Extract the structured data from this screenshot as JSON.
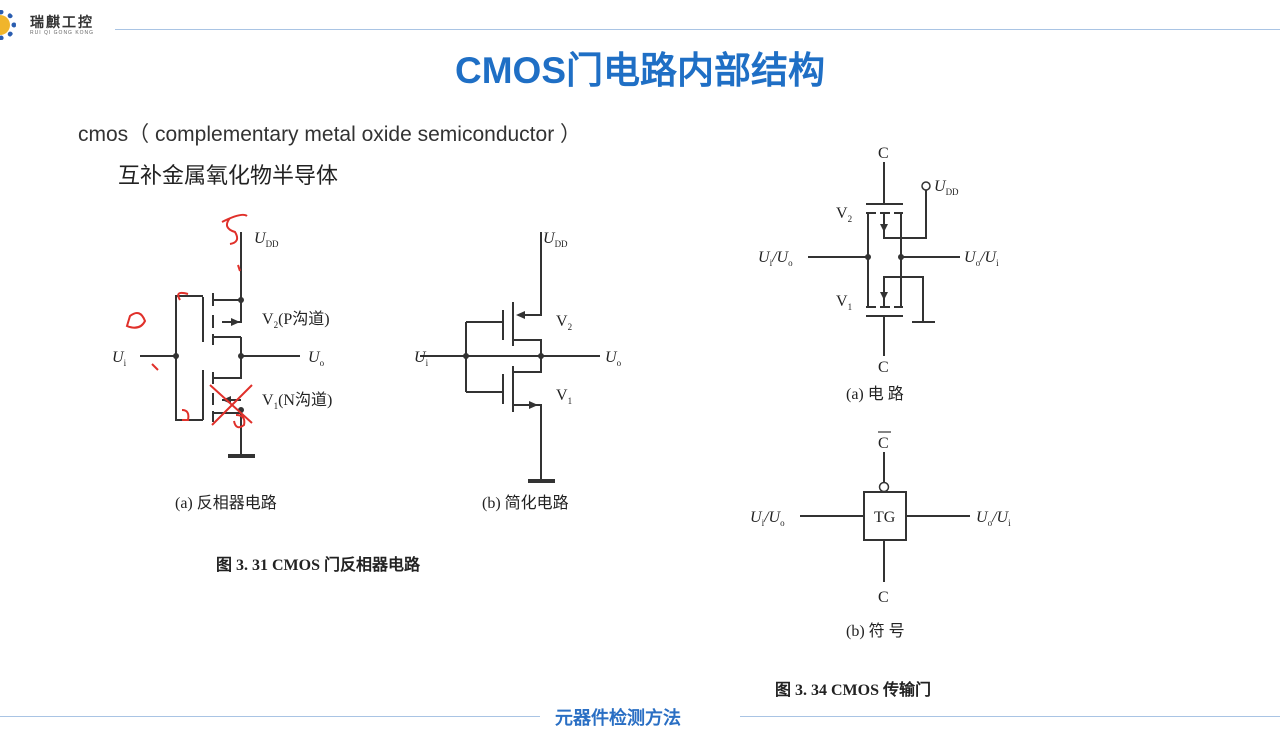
{
  "header": {
    "logo_text": "瑞麒工控",
    "logo_sub": "RUI QI GONG KONG",
    "title": "CMOS门电路内部结构"
  },
  "intro": {
    "line1": "cmos（ complementary metal oxide semiconductor ）",
    "line2": "互补金属氧化物半导体"
  },
  "fig331": {
    "udd": {
      "main": "U",
      "sub": "DD"
    },
    "ui": {
      "main": "U",
      "sub": "i"
    },
    "uo": {
      "main": "U",
      "sub": "o"
    },
    "v2": {
      "main": "V",
      "sub": "2",
      "rest": "(P沟道)"
    },
    "v1": {
      "main": "V",
      "sub": "1",
      "rest": "(N沟道)"
    },
    "v2b": {
      "main": "V",
      "sub": "2"
    },
    "v1b": {
      "main": "V",
      "sub": "1"
    },
    "caption_a": "(a)  反相器电路",
    "caption_b": "(b)  简化电路",
    "caption": "图 3. 31    CMOS 门反相器电路"
  },
  "fig334": {
    "c_top": "C",
    "c_bottom": "C",
    "udd": {
      "main": "U",
      "sub": "DD"
    },
    "v2": {
      "main": "V",
      "sub": "2"
    },
    "v1": {
      "main": "V",
      "sub": "1"
    },
    "left": {
      "a": "U",
      "as": "i",
      "b": "/U",
      "bs": "o"
    },
    "right": {
      "a": "U",
      "as": "o",
      "b": "/U",
      "bs": "i"
    },
    "caption_a": "(a)  电    路",
    "c_bar": "C",
    "tg": "TG",
    "c_sym": "C",
    "caption_b": "(b)  符    号",
    "caption": "图 3. 34    CMOS 传输门"
  },
  "footer": {
    "text": "元器件检测方法"
  }
}
